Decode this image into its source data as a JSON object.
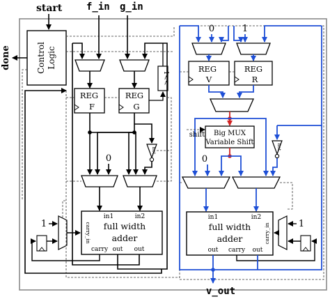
{
  "labels": {
    "start": "start",
    "f_in": "f_in",
    "g_in": "g_in",
    "done": "done",
    "v_out": "v_out",
    "control_logic_1": "Control",
    "control_logic_2": "Logic",
    "reg_f_1": "REG",
    "reg_f_2": "F",
    "reg_g_1": "REG",
    "reg_g_2": "G",
    "reg_v_1": "REG",
    "reg_v_2": "V",
    "reg_r_1": "REG",
    "reg_r_2": "R",
    "compare": "1<<",
    "const_zero_top": "0",
    "const_one_top": "1",
    "const_zero_left": "0",
    "const_zero_right": "0",
    "const_one_left": "1",
    "const_one_right": "1",
    "big_mux_1": "Big MUX",
    "big_mux_2": "Variable Shift",
    "shift": "shift",
    "not_left": "not",
    "not_right": "not",
    "adder_left_in1": "in1",
    "adder_left_in2": "in2",
    "adder_left_1": "full width",
    "adder_left_2": "adder",
    "adder_left_carry_in": "carry_in",
    "adder_left_carry": "carry",
    "adder_left_out1": "out",
    "adder_left_out2": "out",
    "adder_right_in1": "in1",
    "adder_right_in2": "in2",
    "adder_right_1": "full width",
    "adder_right_2": "adder",
    "adder_right_carry_in": "carry_in",
    "adder_right_carry": "carry",
    "adder_right_out1": "out",
    "adder_right_out2": "out"
  },
  "colors": {
    "wire": "#000000",
    "blue_path": "#1e4fd6",
    "red_path": "#d22323",
    "dashed": "#333333",
    "frame": "#8a8a8a",
    "background": "#ffffff"
  }
}
